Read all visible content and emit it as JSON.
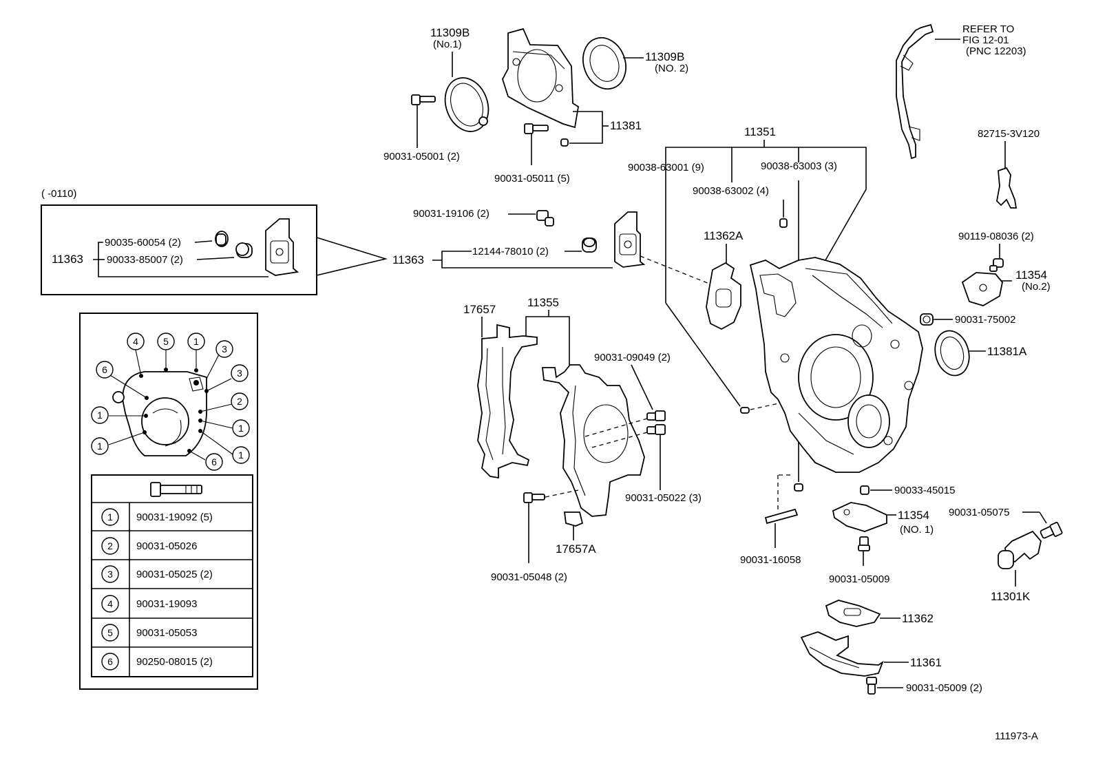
{
  "diagram_id": "111973-A",
  "refer_note": [
    "REFER TO",
    "FIG 12-01",
    "(PNC 12203)"
  ],
  "callouts": {
    "p11309b_1": "11309B",
    "p11309b_1_sub": "(No.1)",
    "p11309b_2": "11309B",
    "p11309b_2_sub": "(NO. 2)",
    "p11381": "11381",
    "p90031_05001": "90031-05001 (2)",
    "p90031_05011": "90031-05011 (5)",
    "p11351": "11351",
    "p90038_63001": "90038-63001 (9)",
    "p90038_63003": "90038-63003 (3)",
    "p90038_63002": "90038-63002 (4)",
    "p82715_3v120": "82715-3V120",
    "p90119_08036": "90119-08036 (2)",
    "p11354_2": "11354",
    "p11354_2_sub": "(No.2)",
    "p90031_75002": "90031-75002",
    "p11381a": "11381A",
    "p90031_19106": "90031-19106 (2)",
    "p11363": "11363",
    "p12144_78010": "12144-78010 (2)",
    "p11362a": "11362A",
    "p17657": "17657",
    "p11355": "11355",
    "p90031_09049": "90031-09049 (2)",
    "p90031_05022": "90031-05022 (3)",
    "p90031_05048": "90031-05048 (2)",
    "p17657a": "17657A",
    "p90033_45015": "90033-45015",
    "p11354_1": "11354",
    "p11354_1_sub": "(NO. 1)",
    "p90031_05075": "90031-05075",
    "p90031_16058": "90031-16058",
    "p90031_05009": "90031-05009",
    "p11301k": "11301K",
    "p11362": "11362",
    "p11361": "11361",
    "p90031_05009_2": "90031-05009 (2)"
  },
  "inset_top": {
    "range_label": "(      -0110)",
    "part": "11363",
    "item1": "90035-60054 (2)",
    "item2": "90033-85007 (2)"
  },
  "legend_table": {
    "circle_labels": {
      "c4": "4",
      "c5": "5",
      "c1a": "1",
      "c3a": "3",
      "c6a": "6",
      "c3b": "3",
      "c2": "2",
      "c1b": "1",
      "c1c": "1",
      "c1d": "1",
      "c1e": "1",
      "c6b": "6"
    },
    "rows": [
      {
        "num": "1",
        "part": "90031-19092 (5)"
      },
      {
        "num": "2",
        "part": "90031-05026"
      },
      {
        "num": "3",
        "part": "90031-05025 (2)"
      },
      {
        "num": "4",
        "part": "90031-19093"
      },
      {
        "num": "5",
        "part": "90031-05053"
      },
      {
        "num": "6",
        "part": "90250-08015 (2)"
      }
    ]
  }
}
